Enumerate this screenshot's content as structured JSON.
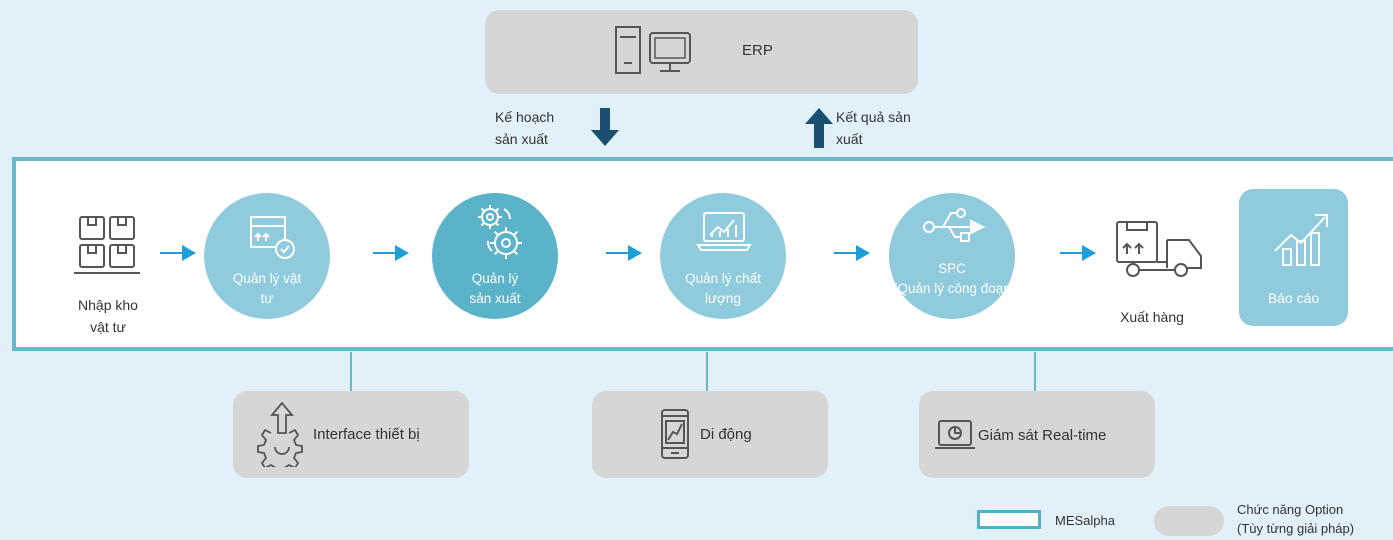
{
  "erp": {
    "label": "ERP"
  },
  "plan_arrow": {
    "line1": "Kế hoạch",
    "line2": "sản xuất"
  },
  "result_arrow": {
    "line1": "Kết quả sản",
    "line2": "xuất"
  },
  "flow": {
    "import": {
      "line1": "Nhập kho",
      "line2": "vật tư"
    },
    "material": {
      "line1": "Quản lý vật",
      "line2": "tư"
    },
    "production": {
      "line1": "Quản lý",
      "line2": "sản xuất"
    },
    "quality": {
      "line1": "Quản lý chất",
      "line2": "lượng"
    },
    "spc": {
      "line1": "SPC",
      "line2": "(Quản lý công đoạn)"
    },
    "export": {
      "label": "Xuất hàng"
    },
    "report": {
      "label": "Báo cáo"
    }
  },
  "options": {
    "interface": "Interface thiết bị",
    "mobile": "Di động",
    "monitor": "Giám sát Real-time"
  },
  "legend": {
    "mes": "MESalpha",
    "option_line1": "Chức năng Option",
    "option_line2": "(Tùy từng giải pháp)"
  },
  "colors": {
    "accent": "#6bb6cc",
    "circle": "#8fcbdc",
    "circle_dark": "#5ab3c9",
    "arrow": "#1e9fd8",
    "erp_arrow": "#1b4f72",
    "option_box": "#d6d6d6"
  }
}
